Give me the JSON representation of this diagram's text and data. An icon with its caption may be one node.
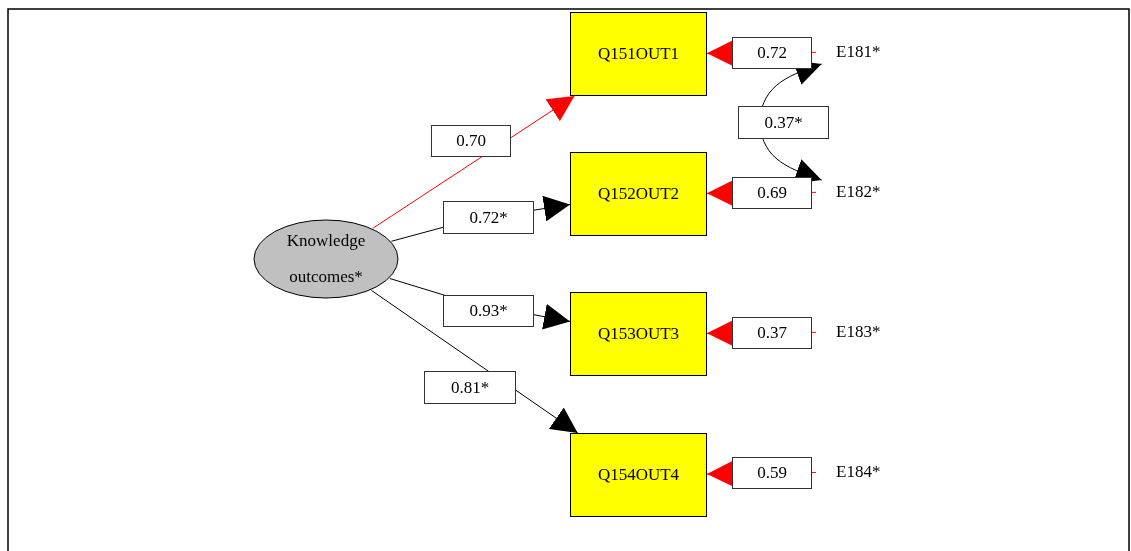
{
  "diagram": {
    "nodes": [
      {
        "text": [
          "Knowledge outcomes*"
        ]
      },
      {
        "text": [
          "Q151OUT1"
        ]
      },
      {
        "text": [
          "Q152OUT2"
        ]
      },
      {
        "text": [
          "Q153OUT3"
        ]
      },
      {
        "text": [
          "Q154OUT4"
        ]
      },
      {
        "text": [
          "E181*"
        ]
      },
      {
        "text": [
          "E182*"
        ]
      },
      {
        "text": [
          "E183*"
        ]
      },
      {
        "text": [
          "E184*"
        ]
      }
    ],
    "edges": [
      {
        "from": 0,
        "to": 1,
        "arrow": "to",
        "label": "0.70"
      },
      {
        "from": 0,
        "to": 2,
        "arrow": "to",
        "label": "0.72*",
        "color": "#000000"
      },
      {
        "from": 0,
        "to": 3,
        "arrow": "to",
        "label": "0.93*",
        "color": "#000000"
      },
      {
        "from": 0,
        "to": 4,
        "arrow": "to",
        "label": "0.81*",
        "color": "#000000"
      },
      {
        "from": 5,
        "to": 1,
        "arrow": "to",
        "label": "0.72"
      },
      {
        "from": 6,
        "to": 2,
        "arrow": "to",
        "label": "0.69"
      },
      {
        "from": 7,
        "to": 3,
        "arrow": "to",
        "label": "0.37"
      },
      {
        "from": 8,
        "to": 4,
        "arrow": "to",
        "label": "0.59"
      },
      {
        "from": 5,
        "to": 6,
        "arrow": "both",
        "label": "0.37*",
        "color": "#000000"
      }
    ]
  }
}
